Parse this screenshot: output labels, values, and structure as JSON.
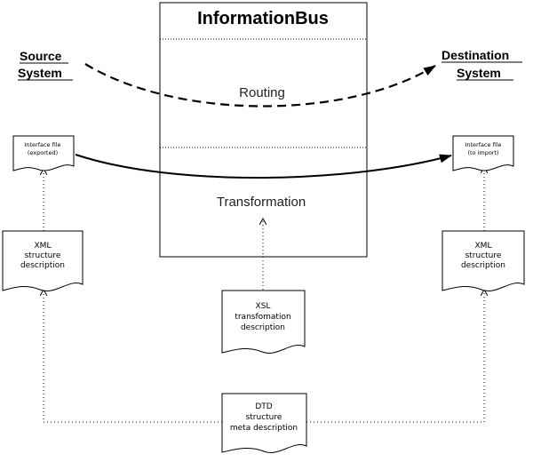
{
  "bus": {
    "title": "InformationBus",
    "routing": "Routing",
    "transformation": "Transformation"
  },
  "source": {
    "line1": "Source",
    "line2": "System"
  },
  "destination": {
    "line1": "Destination",
    "line2": "System"
  },
  "docs": {
    "interface_exported": {
      "line1": "Interface file",
      "line2": "(exported)"
    },
    "interface_import": {
      "line1": "Interface file",
      "line2": "(to import)"
    },
    "xml_left": {
      "line1": "XML",
      "line2": "structure",
      "line3": "description"
    },
    "xml_right": {
      "line1": "XML",
      "line2": "structure",
      "line3": "description"
    },
    "xsl": {
      "line1": "XSL",
      "line2": "transfomation",
      "line3": "description"
    },
    "dtd": {
      "line1": "DTD",
      "line2": "structure",
      "line3": "meta description"
    }
  }
}
